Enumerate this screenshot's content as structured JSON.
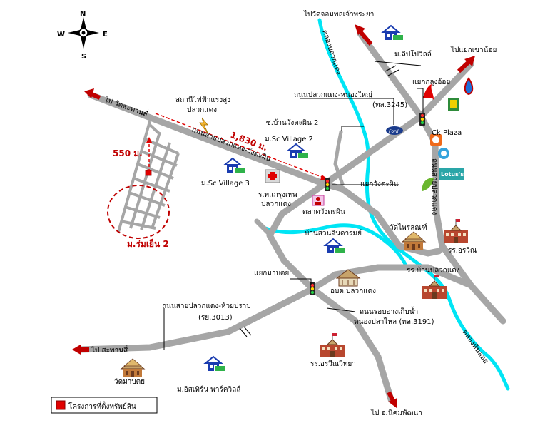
{
  "compass": {
    "n": "N",
    "s": "S",
    "e": "E",
    "w": "W"
  },
  "destinations": {
    "wat_jom_phon": "ไปวัดจอมพลเจ้าพระยา",
    "kao_noi": "ไปแยกเขาน้อย",
    "wat_sapan_see": "ไป วัดสะพานสี่",
    "sapan_see": "ไป สะพานสี่",
    "nikom": "ไป อ.นิคมพัฒนา"
  },
  "roads": {
    "plak_daeng_nong_yai": "ถนนปลวกแดง-หนองใหญ่",
    "plak_daeng_nong_yai_code": "(ทล.3245)",
    "sai_plak_daeng_wang_tabin": "ถนนสายปลวกแดง-วังตะผิน",
    "plak_daeng_huai_prap": "ถนนสายปลวกแดง-ห้วยปราบ",
    "plak_daeng_huai_prap_code": "(รย.3013)",
    "rop_ang_kep_nam": "ถนนรอบอ่างเก็บน้ำ",
    "nong_pla_lai": "หนองปลาไหล (ทล.3191)",
    "soi_ban_wang_tabin": "ซ.บ้านวังตะผิน 2",
    "east_road": "ถนนสายปลวกแดง"
  },
  "canals": {
    "plak_daeng": "คลองปลวกแดง",
    "hin_loi": "คลองหินลอย"
  },
  "junctions": {
    "kok_oi": "แยกกลุงอ้อย",
    "wang_tabin": "แยกวังตะผิน",
    "map_yang": "แยกมาบตย"
  },
  "places": {
    "substation_1": "สถานีไฟฟ้าแรงสูง",
    "substation_2": "ปลวกแดง",
    "m_lipo_ville": "ม.ลิปโปวิลล์",
    "sc_village_2": "ม.Sc Village 2",
    "sc_village_3": "ม.Sc Village 3",
    "hospital_1": "ร.พ.เกรุงเทพ",
    "hospital_2": "ปลวกแดง",
    "market": "ตลาดวังตะผิน",
    "ban_suan_jindamai": "บ้านสวนจินดารมย์",
    "wat_phai_lom": "วัดไพรลณฑ์",
    "school_oraweean": "รร.อรวีณ",
    "school_ban_plak_daeng": "รร.บ้านปลวกแดง",
    "obt": "อบต.ปลวกแดง",
    "school_orawee_wittaya": "รร.อรวีณวิทยา",
    "wat_map_yang": "วัดมาบตย",
    "m_issarin": "ม.อิสเทิร์น พาร์ควิลล์",
    "ck_plaza": "Ck Plaza",
    "lotus": "Lotus's",
    "ford": "Ford"
  },
  "project": {
    "name": "ม.ร่มเย็น 2",
    "distance_vertical": "550 ม.",
    "distance_diagonal": "1,830 ม."
  },
  "legend": {
    "label": "โครงการที่ตั้งทรัพย์สิน"
  },
  "colors": {
    "road": "#a6a6a6",
    "river": "#00e5f5",
    "arrow": "#c00000",
    "highlight": "#c00000",
    "house": "#1a3cb0",
    "school": "#b8472f"
  }
}
